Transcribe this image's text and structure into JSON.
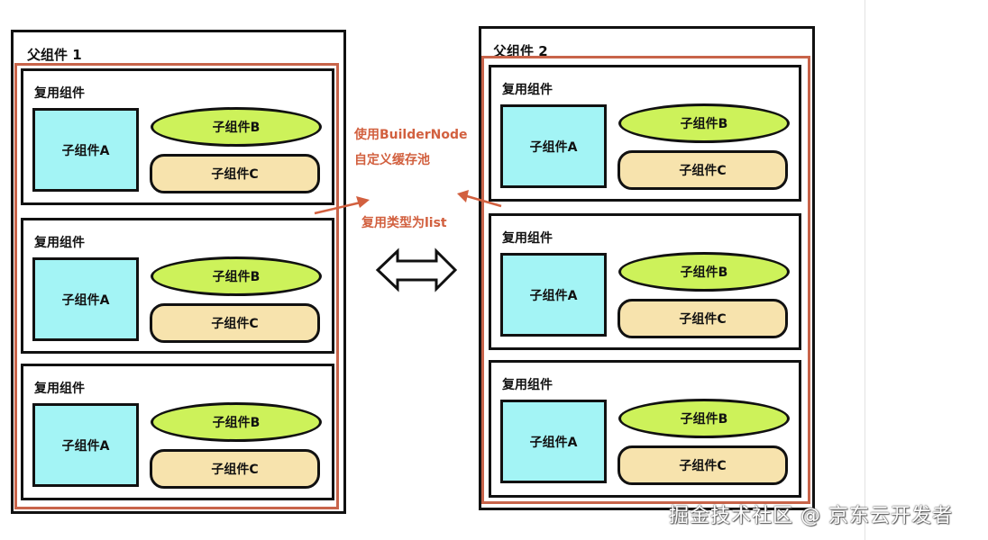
{
  "parents": [
    {
      "title": "父组件 1",
      "reusables": [
        {
          "title": "复用组件",
          "a": "子组件A",
          "b": "子组件B",
          "c": "子组件C"
        },
        {
          "title": "复用组件",
          "a": "子组件A",
          "b": "子组件B",
          "c": "子组件C"
        },
        {
          "title": "复用组件",
          "a": "子组件A",
          "b": "子组件B",
          "c": "子组件C"
        }
      ]
    },
    {
      "title": "父组件 2",
      "reusables": [
        {
          "title": "复用组件",
          "a": "子组件A",
          "b": "子组件B",
          "c": "子组件C"
        },
        {
          "title": "复用组件",
          "a": "子组件A",
          "b": "子组件B",
          "c": "子组件C"
        },
        {
          "title": "复用组件",
          "a": "子组件A",
          "b": "子组件B",
          "c": "子组件C"
        }
      ]
    }
  ],
  "annotations": {
    "line1": "使用BuilderNode",
    "line2": "自定义缓存池",
    "line3": "复用类型为list"
  },
  "watermark": "掘金技术社区 @ 京东云开发者",
  "colors": {
    "pool_border": "#c8644a",
    "annotation": "#d2603f",
    "component_a": "#a3f4f5",
    "component_b": "#cdf25a",
    "component_c": "#f7e3ad"
  }
}
